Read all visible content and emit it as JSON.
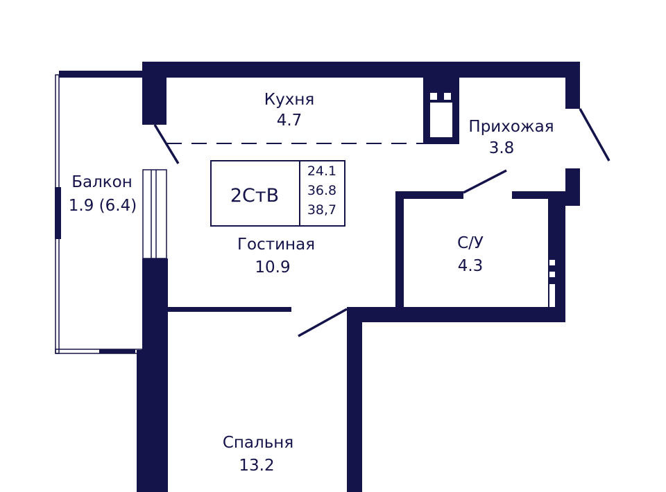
{
  "colors": {
    "wall": "#14134a",
    "background": "#ffffff"
  },
  "apartment": {
    "type_code": "2СтВ",
    "areas": [
      "24.1",
      "36.8",
      "38,7"
    ]
  },
  "rooms": [
    {
      "name": "Кухня",
      "area": "4.7"
    },
    {
      "name": "Прихожая",
      "area": "3.8"
    },
    {
      "name": "Балкон",
      "area": "1.9 (6.4)"
    },
    {
      "name": "Гостиная",
      "area": "10.9"
    },
    {
      "name": "С/У",
      "area": "4.3"
    },
    {
      "name": "Спальня",
      "area": "13.2"
    }
  ]
}
